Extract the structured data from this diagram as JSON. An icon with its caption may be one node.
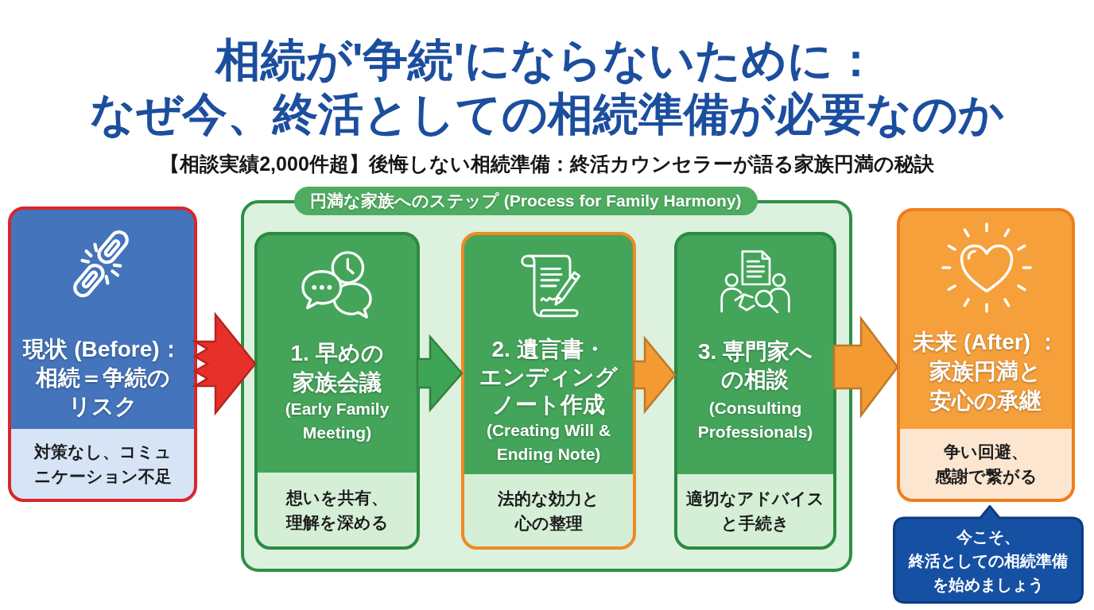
{
  "diagram": {
    "title": "相続が'争続'にならないために：なぜ今、終活としての相続準備が必要なのか",
    "nodes": [
      {
        "text": [
          "現状 (Before)：相続＝争続のリスク",
          "対策なし、コミュニケーション不足"
        ]
      },
      {
        "text": [
          "円満な家族へのステップ (Process for Family Harmony)"
        ]
      },
      {
        "text": [
          "1. 早めの家族会議",
          "(Early Family Meeting)",
          "想いを共有、理解を深める"
        ],
        "in": 1
      },
      {
        "text": [
          "2. 遺言書・エンディングノート作成",
          "(Creating Will & Ending Note)",
          "法的な効力と心の整理"
        ],
        "in": 1
      },
      {
        "text": [
          "3. 専門家への相談",
          "(Consulting Professionals)",
          "適切なアドバイスと手続き"
        ],
        "in": 1
      },
      {
        "text": [
          "未来 (After) ：家族円満と安心の承継",
          "争い回避、感謝で繋がる"
        ]
      },
      {
        "text": [
          "今こそ、終活としての相続準備を始めましょう"
        ]
      }
    ],
    "edges": [
      {
        "from": 0,
        "to": 2,
        "arrow": "to",
        "color": "#e8302a"
      },
      {
        "from": 2,
        "to": 3,
        "arrow": "to",
        "color": "#3da555"
      },
      {
        "from": 3,
        "to": 4,
        "arrow": "to"
      },
      {
        "from": 4,
        "to": 5,
        "arrow": "to"
      }
    ],
    "labels": [
      "【相談実績2,000件超】後悔しない相続準備：終活カウンセラーが語る家族円満の秘訣"
    ]
  }
}
